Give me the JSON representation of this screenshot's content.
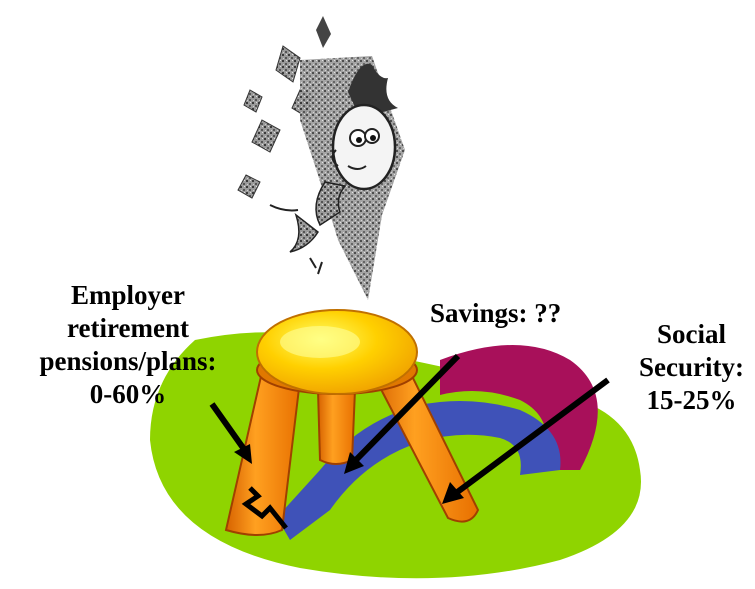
{
  "labels": {
    "employer": {
      "line1": "Employer",
      "line2": "retirement",
      "line3": "pensions/plans:",
      "line4": "0-60%"
    },
    "savings": {
      "text": "Savings: ??"
    },
    "social_security": {
      "line1": "Social",
      "line2": "Security:",
      "line3": "15-25%"
    }
  },
  "illustration": {
    "top_figure": "worried-man-clipart",
    "stool": "three-legged-stool-clipart",
    "broken_leg": "cracked-stool-leg"
  },
  "colors": {
    "ground_green": "#8fd400",
    "path_blue": "#3f52b8",
    "path_magenta": "#a8105a",
    "stool_orange": "#f2880a",
    "stool_yellow": "#ffd700",
    "arrow": "#000000"
  }
}
